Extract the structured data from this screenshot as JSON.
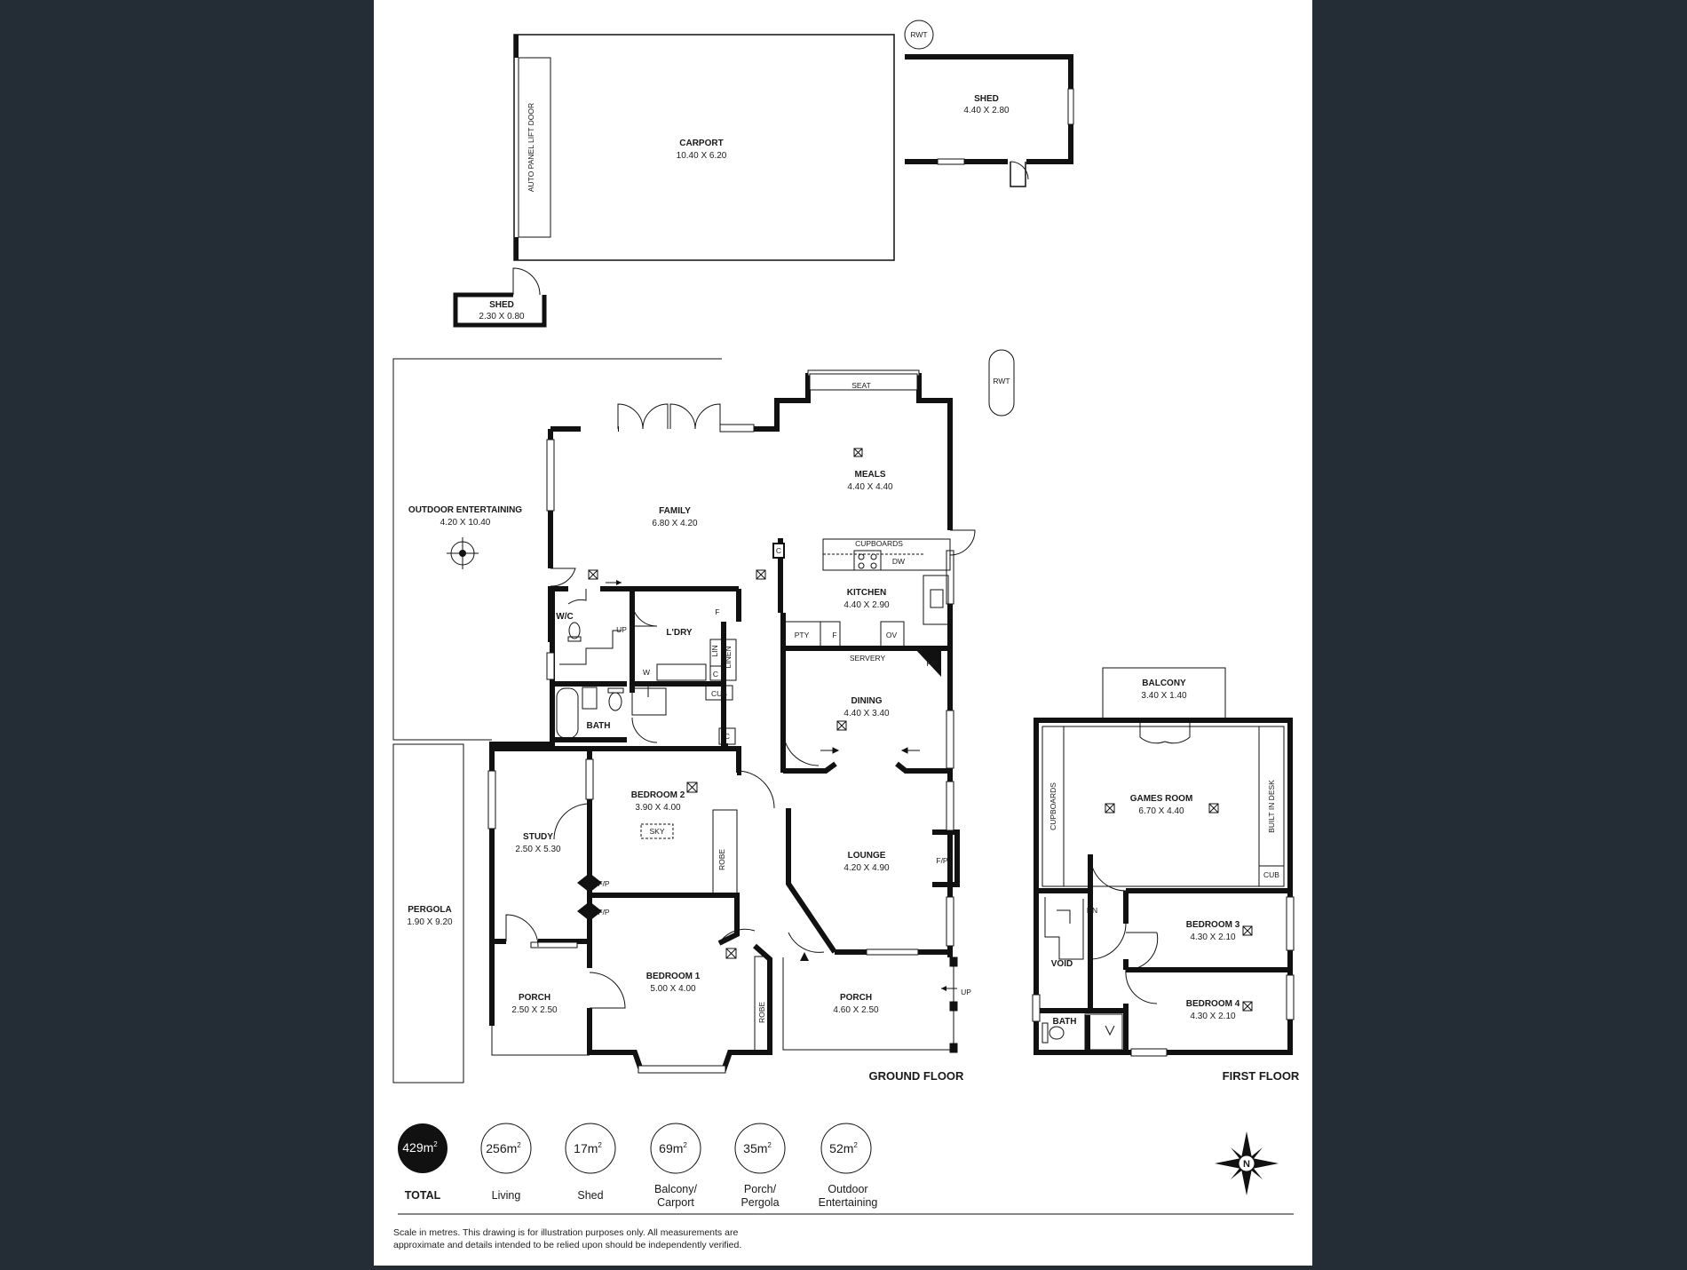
{
  "plan": {
    "ground_floor_label": "GROUND FLOOR",
    "first_floor_label": "FIRST FLOOR",
    "rooms": {
      "carport": {
        "name": "CARPORT",
        "size": "10.40 X 6.20"
      },
      "carport_door": "AUTO PANEL LIFT DOOR",
      "shed_large": {
        "name": "SHED",
        "size": "4.40 X 2.80"
      },
      "shed_small": {
        "name": "SHED",
        "size": "2.30 X 0.80"
      },
      "outdoor_entertaining": {
        "name": "OUTDOOR ENTERTAINING",
        "size": "4.20 X 10.40"
      },
      "family": {
        "name": "FAMILY",
        "size": "6.80 X 4.20"
      },
      "meals": {
        "name": "MEALS",
        "size": "4.40 X 4.40"
      },
      "kitchen": {
        "name": "KITCHEN",
        "size": "4.40 X 2.90"
      },
      "laundry": {
        "name": "L'DRY"
      },
      "wc": {
        "name": "W/C"
      },
      "bath_ground": {
        "name": "BATH"
      },
      "dining": {
        "name": "DINING",
        "size": "4.40 X 3.40"
      },
      "bedroom2": {
        "name": "BEDROOM 2",
        "size": "3.90 X 4.00"
      },
      "study": {
        "name": "STUDY",
        "size": "2.50 X 5.30"
      },
      "lounge": {
        "name": "LOUNGE",
        "size": "4.20 X 4.90"
      },
      "pergola": {
        "name": "PERGOLA",
        "size": "1.90 X 9.20"
      },
      "bedroom1": {
        "name": "BEDROOM 1",
        "size": "5.00 X 4.00"
      },
      "porch_left": {
        "name": "PORCH",
        "size": "2.50 X 2.50"
      },
      "porch_front": {
        "name": "PORCH",
        "size": "4.60 X 2.50"
      },
      "balcony": {
        "name": "BALCONY",
        "size": "3.40 X 1.40"
      },
      "games_room": {
        "name": "GAMES ROOM",
        "size": "6.70 X 4.40"
      },
      "bedroom3": {
        "name": "BEDROOM 3",
        "size": "4.30 X 2.10"
      },
      "bedroom4": {
        "name": "BEDROOM 4",
        "size": "4.30 X 2.10"
      },
      "void": {
        "name": "VOID"
      },
      "bath_first": {
        "name": "BATH"
      }
    },
    "fixtures": {
      "rwt": "RWT",
      "seat": "SEAT",
      "cupboards": "CUPBOARDS",
      "dw": "DW",
      "pty": "PTY",
      "f": "F",
      "ov": "OV",
      "servery": "SERVERY",
      "fp": "F/P",
      "up": "UP",
      "dn": "DN",
      "lin": "LIN",
      "linen": "LINEN",
      "w": "W",
      "c": "C",
      "cub": "CUB",
      "sky": "SKY",
      "robe": "ROBE",
      "built_in_desk": "BUILT IN DESK"
    }
  },
  "areas": {
    "total": {
      "value": "429m",
      "label": "TOTAL"
    },
    "items": [
      {
        "value": "256m",
        "label": "Living"
      },
      {
        "value": "17m",
        "label": "Shed"
      },
      {
        "value": "69m",
        "label": "Balcony/",
        "label2": "Carport"
      },
      {
        "value": "35m",
        "label": "Porch/",
        "label2": "Pergola"
      },
      {
        "value": "52m",
        "label": "Outdoor",
        "label2": "Entertaining"
      }
    ],
    "unit_superscript": "2"
  },
  "compass_letter": "N",
  "disclaimer": {
    "line1": "Scale in metres. This drawing is for illustration purposes only. All measurements are",
    "line2": "approximate and details intended to be relied upon should be independently verified."
  },
  "colors": {
    "frame": "#242c35",
    "wall": "#111111",
    "paper": "#ffffff"
  }
}
